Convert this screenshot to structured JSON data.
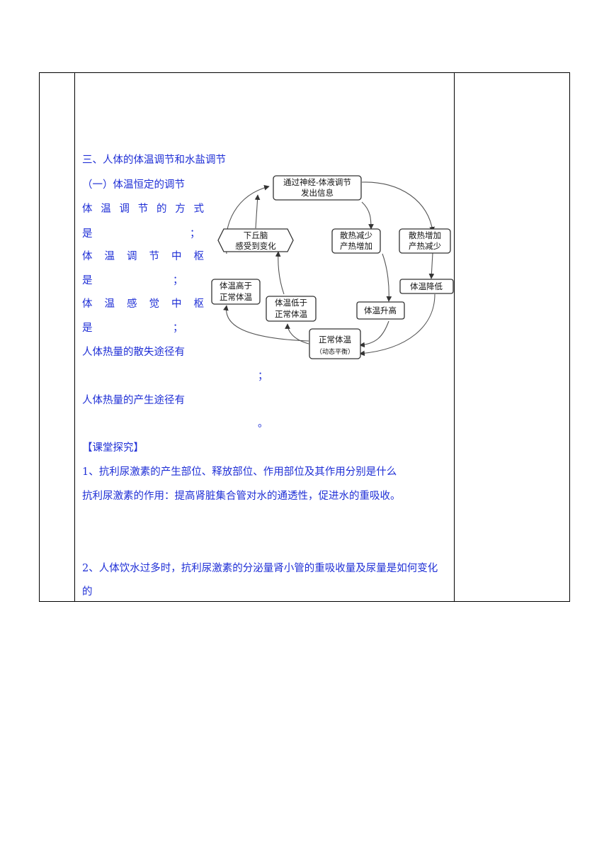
{
  "section_title": "三、人体的体温调节和水盐调节",
  "subsection_title": "（一）体温恒定的调节",
  "fill_items": [
    {
      "line1": [
        "体",
        "温",
        "调",
        "节",
        "的",
        "方",
        "式"
      ],
      "line2_label": "是",
      "end": "；"
    },
    {
      "line1": [
        "体",
        "温",
        "调",
        "节",
        "中",
        "枢"
      ],
      "line2_label": "是",
      "end": "；"
    },
    {
      "line1": [
        "体",
        "温",
        "感",
        "觉",
        "中",
        "枢"
      ],
      "line2_label": "是",
      "end": "；"
    }
  ],
  "heat_loss": {
    "label": "人体热量的散失途径有",
    "end": "；"
  },
  "heat_gen": {
    "label": "人体热量的产生途径有",
    "end": "。"
  },
  "explore": {
    "heading": "【课堂探究】",
    "q1": "1、抗利尿激素的产生部位、释放部位、作用部位及其作用分别是什么",
    "a1": "抗利尿激素的作用：提高肾脏集合管对水的通透性，促进水的重吸收。",
    "q2_line1": "2、人体饮水过多时，抗利尿激素的分泌量肾小管的重吸收量及尿量是如何变化",
    "q2_line2": "的"
  },
  "diagram": {
    "top": [
      "通过神经-体液调节",
      "发出信息"
    ],
    "hypothalamus": [
      "下丘脑",
      "感受到变化"
    ],
    "heat_dec": [
      "散热减少",
      "产热增加"
    ],
    "heat_inc": [
      "散热增加",
      "产热减少"
    ],
    "temp_drop": "体温降低",
    "temp_high": [
      "体温高于",
      "正常体温"
    ],
    "temp_low": [
      "体温低于",
      "正常体温"
    ],
    "temp_rise": "体温升高",
    "normal": "正常体温",
    "balance": "（动态平衡）"
  }
}
